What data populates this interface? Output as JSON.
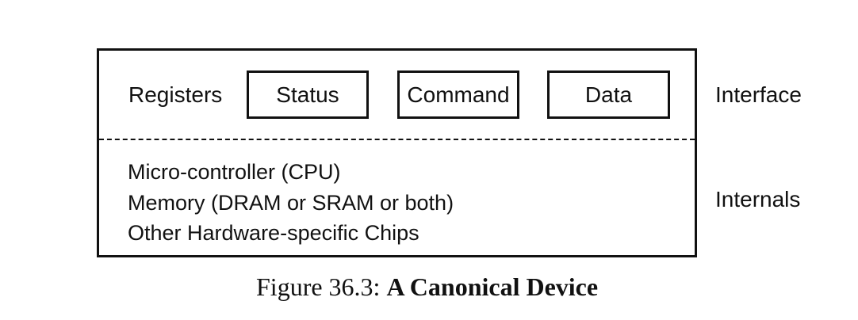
{
  "diagram": {
    "registers_label": "Registers",
    "registers": [
      {
        "label": "Status"
      },
      {
        "label": "Command"
      },
      {
        "label": "Data"
      }
    ],
    "side_labels": {
      "top": "Interface",
      "bottom": "Internals"
    },
    "internals": [
      "Micro-controller (CPU)",
      "Memory (DRAM or SRAM or both)",
      "Other Hardware-specific Chips"
    ]
  },
  "caption": {
    "number": "Figure 36.3:",
    "title": "A Canonical Device"
  }
}
